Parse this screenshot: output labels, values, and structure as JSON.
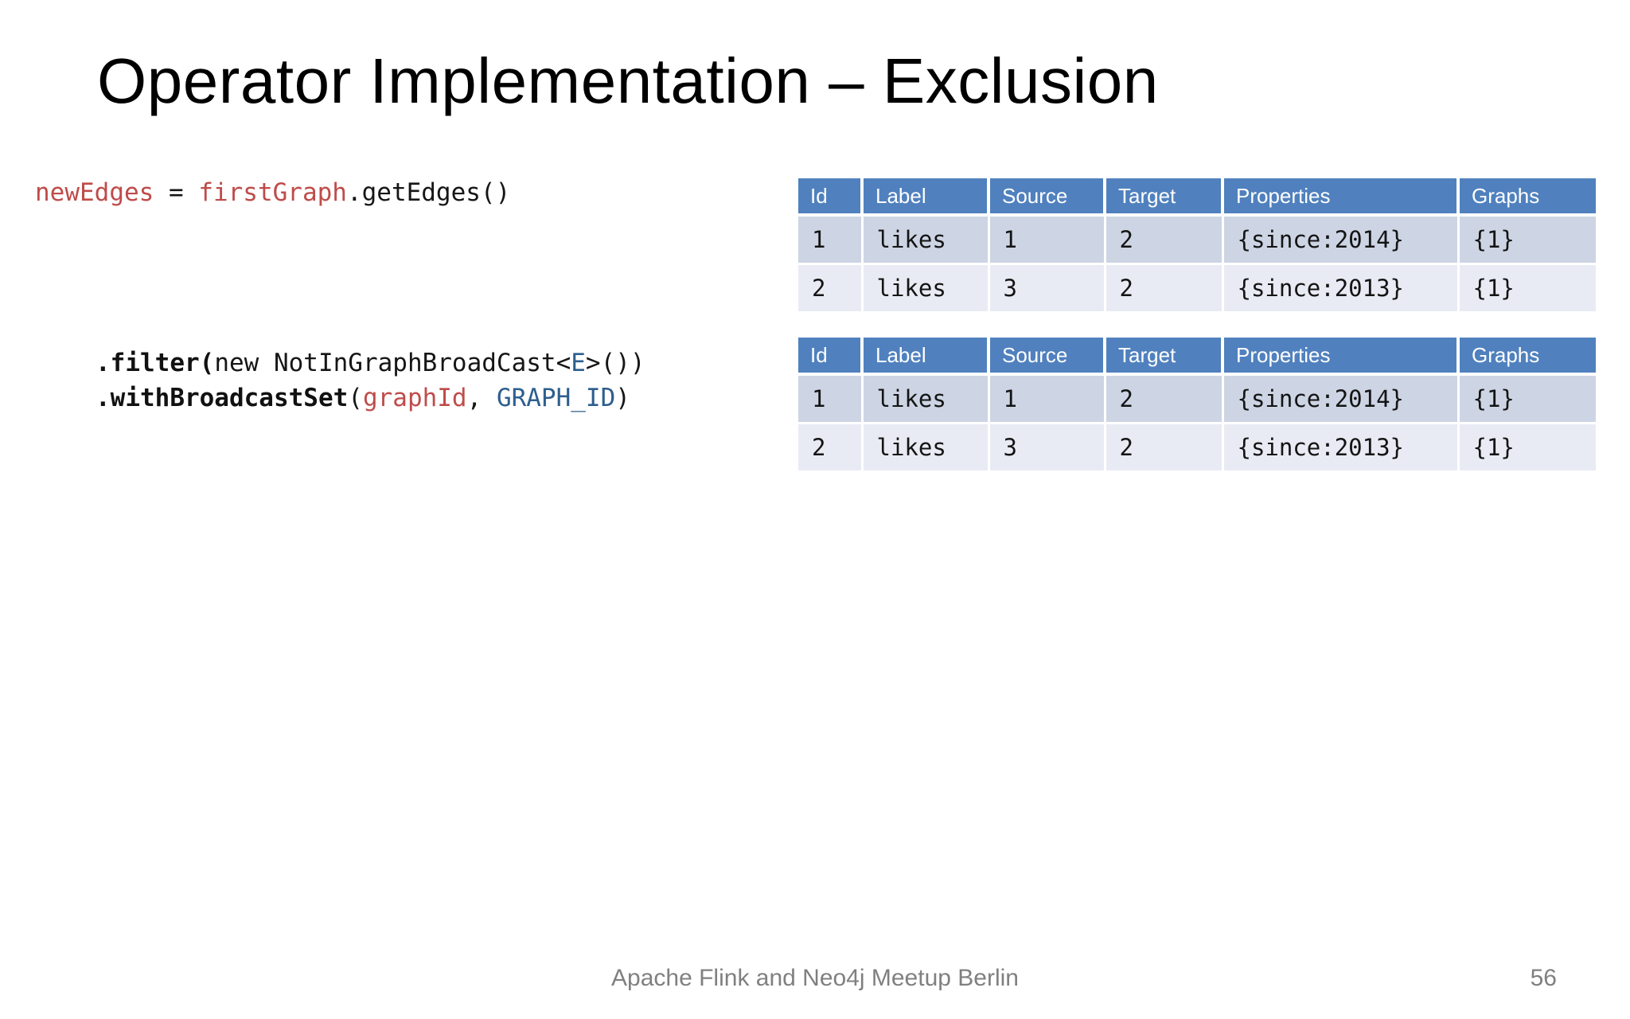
{
  "slide": {
    "title": "Operator Implementation – Exclusion",
    "footer": "Apache Flink and Neo4j Meetup Berlin",
    "page_number": "56"
  },
  "colors": {
    "code_red": "#bf4c4a",
    "code_blue": "#2e5e8e",
    "table_header_bg": "#5081be",
    "table_row_odd_bg": "#cdd5e4",
    "table_row_even_bg": "#e9ebf4",
    "footer_gray": "#808080"
  },
  "code_snippets": [
    {
      "name": "get-edges",
      "lines": [
        {
          "tokens": [
            {
              "text": "newEdges",
              "style": "red"
            },
            {
              "text": " = ",
              "style": "plain"
            },
            {
              "text": "firstGraph",
              "style": "red"
            },
            {
              "text": ".getEdges()",
              "style": "plain"
            }
          ]
        }
      ]
    },
    {
      "name": "filter-broadcast",
      "lines": [
        {
          "tokens": [
            {
              "text": ".filter(",
              "style": "bold"
            },
            {
              "text": "new NotInGraphBroadCast<",
              "style": "plain"
            },
            {
              "text": "E",
              "style": "blue"
            },
            {
              "text": ">())",
              "style": "plain"
            }
          ]
        },
        {
          "tokens": [
            {
              "text": ".withBroadcastSet",
              "style": "bold"
            },
            {
              "text": "(",
              "style": "plain"
            },
            {
              "text": "graphId",
              "style": "red"
            },
            {
              "text": ", ",
              "style": "plain"
            },
            {
              "text": "GRAPH_ID",
              "style": "blue"
            },
            {
              "text": ")",
              "style": "plain"
            }
          ]
        }
      ]
    }
  ],
  "edge_tables": [
    {
      "columns": [
        "Id",
        "Label",
        "Source",
        "Target",
        "Properties",
        "Graphs"
      ],
      "rows": [
        [
          "1",
          "likes",
          "1",
          "2",
          "{since:2014}",
          "{1}"
        ],
        [
          "2",
          "likes",
          "3",
          "2",
          "{since:2013}",
          "{1}"
        ]
      ]
    },
    {
      "columns": [
        "Id",
        "Label",
        "Source",
        "Target",
        "Properties",
        "Graphs"
      ],
      "rows": [
        [
          "1",
          "likes",
          "1",
          "2",
          "{since:2014}",
          "{1}"
        ],
        [
          "2",
          "likes",
          "3",
          "2",
          "{since:2013}",
          "{1}"
        ]
      ]
    }
  ]
}
